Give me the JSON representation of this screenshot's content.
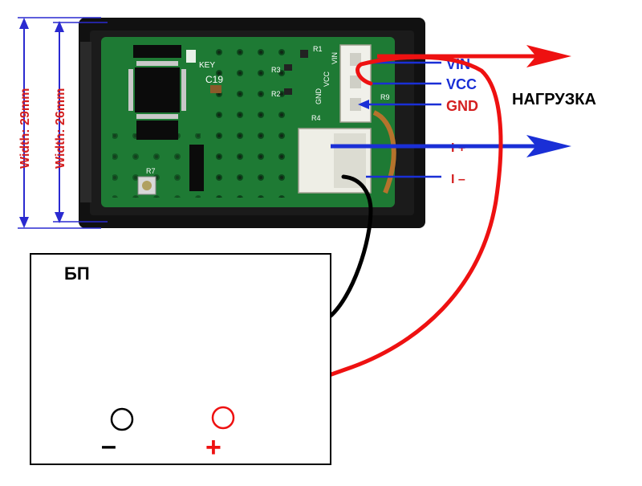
{
  "dimensions": {
    "outer_width": "Width: 29mm",
    "inner_width": "Width: 26mm"
  },
  "board": {
    "key_label": "KEY",
    "cap_label": "C19",
    "pot_label": "R7",
    "resistor_labels": [
      "R3",
      "R2",
      "R1",
      "R9",
      "R4"
    ],
    "pin_labels_silk": [
      "GND",
      "VCC",
      "VIN"
    ]
  },
  "pins": {
    "vin": "VIN",
    "vcc": "VCC",
    "gnd": "GND",
    "i_plus": "I +",
    "i_minus": "I –"
  },
  "load_label": "НАГРУЗКА",
  "power_supply": {
    "label": "БП",
    "minus": "–",
    "plus": "+"
  },
  "colors": {
    "pcb": "#1e7a34",
    "case": "#111111",
    "wire_red": "#ee1111",
    "wire_black": "#000000",
    "arrow_blue": "#1a2fd6",
    "dimension": "#d42020",
    "dimension_arrow": "#2a2ad0"
  }
}
